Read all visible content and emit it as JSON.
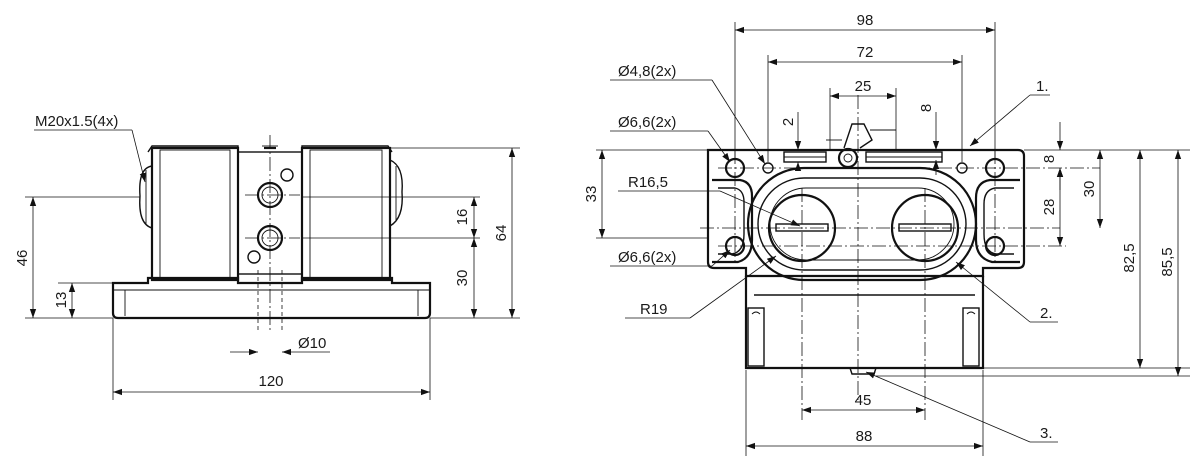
{
  "side_view": {
    "callouts": {
      "thread": "M20x1.5(4x)",
      "dia10": "Ø10"
    },
    "dims": {
      "width": "120",
      "height_total": "64",
      "height_mid": "46",
      "height_hole": "30",
      "spacing": "16",
      "base": "13"
    }
  },
  "front_view": {
    "dims": {
      "w98": "98",
      "w72": "72",
      "w25": "25",
      "d2": "2",
      "d8_top": "8",
      "d8_right": "8",
      "h28": "28",
      "h30": "30",
      "h33": "33",
      "h82": "82,5",
      "h85": "85,5",
      "w45": "45",
      "w88": "88"
    },
    "callouts": {
      "hole48": "Ø4,8(2x)",
      "hole66_top": "Ø6,6(2x)",
      "hole66_bot": "Ø6,6(2x)",
      "r165": "R16,5",
      "r19": "R19"
    },
    "items": {
      "item1": "1.",
      "item2": "2.",
      "item3": "3."
    }
  },
  "colors": {
    "line": "#111111",
    "background": "#ffffff"
  }
}
